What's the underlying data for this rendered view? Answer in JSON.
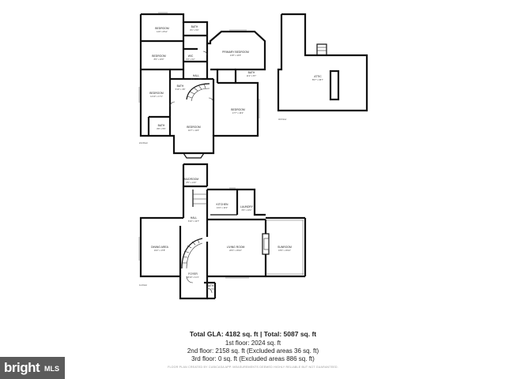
{
  "floor_labels": {
    "second": "2nd Floor",
    "third": "3rd Floor",
    "first": "1st Floor"
  },
  "second_floor": {
    "bedroom_top": {
      "name": "BEDROOM",
      "dims": "11'0\" x 8'11\""
    },
    "bath_top": {
      "name": "BATH",
      "dims": "8'1\" x 5'0\""
    },
    "bedroom_mid": {
      "name": "BEDROOM",
      "dims": "8'9\" x 10'0\""
    },
    "primary": {
      "name": "PRIMARY BEDROOM",
      "dims": "21'8\" x 14'6\""
    },
    "wic": {
      "name": "WIC",
      "dims": "6'3\" x 6'2\""
    },
    "bath_right": {
      "name": "BATH",
      "dims": "11'2\" x 8'7\""
    },
    "hall": {
      "name": "HALL",
      "dims": "19'11\" x 2'11\""
    },
    "bath_small": {
      "name": "BATH",
      "dims": "5'10\" x 4'8\""
    },
    "bedroom_left": {
      "name": "BEDROOM",
      "dims": "12'10\" x 17'1\""
    },
    "bath_left": {
      "name": "BATH",
      "dims": "8'8\" x 5'5\""
    },
    "bedroom_center": {
      "name": "BEDROOM",
      "dims": "16'7\" x 11'6\""
    },
    "bedroom_right": {
      "name": "BEDROOM",
      "dims": "17'7\" x 16'2\""
    }
  },
  "third_floor": {
    "attic": {
      "name": "ATTIC",
      "dims": "55'7\" x 35'7\""
    }
  },
  "first_floor": {
    "mudroom": {
      "name": "MUDROOM",
      "dims": "8'5\" x 14'3\""
    },
    "kitchen": {
      "name": "KITCHEN",
      "dims": "13'4\" x 13'2\""
    },
    "laundry": {
      "name": "LAUNDRY",
      "dims": "6'9\" x 13'4\""
    },
    "hall": {
      "name": "HALL",
      "dims": "6'10\" x 12'7\""
    },
    "dining": {
      "name": "DINING AREA",
      "dims": "16'2\" x 17'8\""
    },
    "living": {
      "name": "LIVING ROOM",
      "dims": "26'3\" x 16'10\""
    },
    "sunroom": {
      "name": "SUNROOM",
      "dims": "15'9\" x 16'10\""
    },
    "foyer": {
      "name": "FOYER",
      "dims": "16'10\" x 11'1\""
    },
    "bath": {
      "name": "BATH",
      "dims": "4'6\" x 5'1\""
    }
  },
  "summary": {
    "total": "Total GLA: 4182 sq. ft | Total: 5087 sq. ft",
    "first": "1st floor: 2024 sq. ft",
    "second": "2nd floor: 2158 sq. ft (Excluded areas 36 sq. ft)",
    "third": "3rd floor: 0 sq. ft (Excluded areas 886 sq. ft)",
    "disclaimer": "FLOOR PLAN CREATED BY CUBICASA APP. MEASUREMENTS DEEMED HIGHLY RELIABLE BUT NOT GUARANTEED."
  },
  "branding": {
    "logo": "bright",
    "suffix": "MLS",
    "badge_color": "#5b5b5b"
  }
}
